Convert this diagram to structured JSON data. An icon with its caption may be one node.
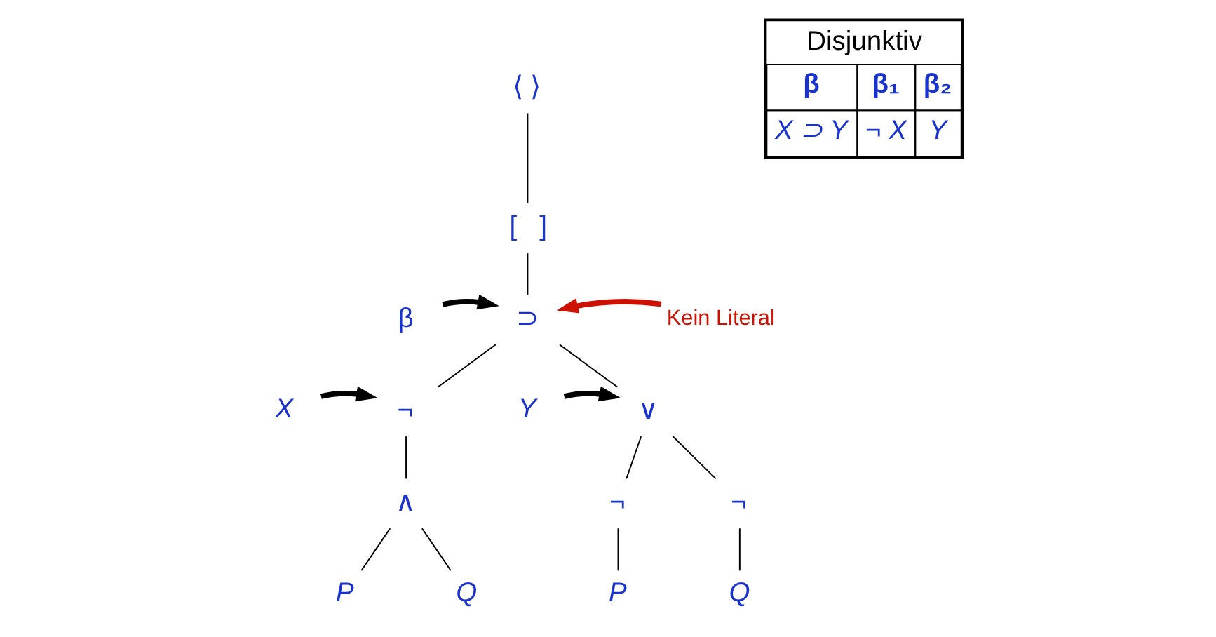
{
  "diagram": {
    "nodes": [
      {
        "text": [
          "⟨ ⟩"
        ]
      },
      {
        "text": [
          "[   ]"
        ]
      },
      {
        "text": [
          "⊃"
        ]
      },
      {
        "text": [
          "¬"
        ]
      },
      {
        "text": [
          "∧"
        ]
      },
      {
        "text": [
          "P"
        ]
      },
      {
        "text": [
          "Q"
        ]
      },
      {
        "text": [
          "∨"
        ]
      },
      {
        "text": [
          "¬"
        ]
      },
      {
        "text": [
          "¬"
        ]
      },
      {
        "text": [
          "P"
        ]
      },
      {
        "text": [
          "Q"
        ]
      },
      {
        "text": [
          "β"
        ]
      },
      {
        "text": [
          "X"
        ]
      },
      {
        "text": [
          "Y"
        ]
      },
      {
        "text": [
          "Kein Literal"
        ]
      }
    ],
    "edges": [
      {
        "from": 0,
        "to": 1,
        "arrow": "none"
      },
      {
        "from": 1,
        "to": 2,
        "arrow": "none"
      },
      {
        "from": 2,
        "to": 3,
        "arrow": "none"
      },
      {
        "from": 2,
        "to": 7,
        "arrow": "none"
      },
      {
        "from": 3,
        "to": 4,
        "arrow": "none"
      },
      {
        "from": 4,
        "to": 5,
        "arrow": "none"
      },
      {
        "from": 4,
        "to": 6,
        "arrow": "none"
      },
      {
        "from": 7,
        "to": 8,
        "arrow": "none"
      },
      {
        "from": 7,
        "to": 9,
        "arrow": "none"
      },
      {
        "from": 8,
        "to": 10,
        "arrow": "none"
      },
      {
        "from": 9,
        "to": 11,
        "arrow": "none"
      },
      {
        "from": 12,
        "to": 2,
        "arrow": "to",
        "style": "thick"
      },
      {
        "from": 13,
        "to": 3,
        "arrow": "to",
        "style": "thick"
      },
      {
        "from": 14,
        "to": 7,
        "arrow": "to",
        "style": "thick"
      },
      {
        "from": 15,
        "to": 2,
        "arrow": "to",
        "style": "thick",
        "color": "#cc1100"
      }
    ],
    "labels": [
      "Disjunktiv",
      "β",
      "β₁",
      "β₂",
      "X ⊃ Y",
      "¬ X",
      "Y"
    ]
  }
}
